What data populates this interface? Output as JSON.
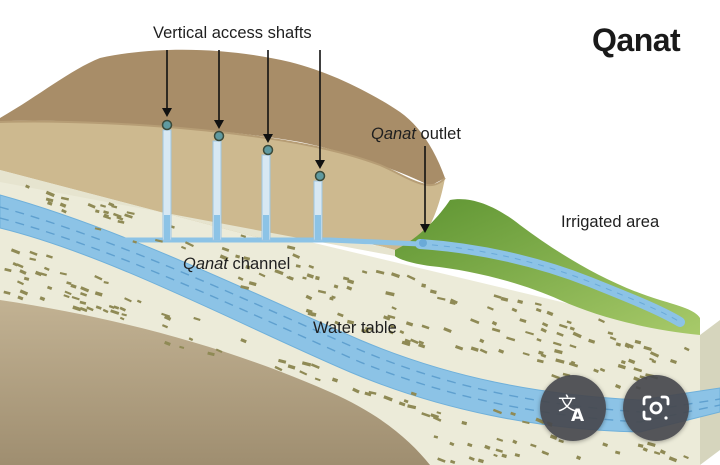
{
  "diagram": {
    "title": "Qanat",
    "labels": {
      "shafts": "Vertical access shafts",
      "outlet_italic": "Qanat",
      "outlet_rest": " outlet",
      "irrigated": "Irrigated area",
      "channel_italic": "Qanat",
      "channel_rest": " channel",
      "water_table": "Water table"
    }
  },
  "overlay": {
    "buttons": [
      {
        "name": "translate-button",
        "icon": "translate-icon"
      },
      {
        "name": "lens-search-button",
        "icon": "lens-camera-icon"
      }
    ]
  },
  "colors": {
    "hill_top": "#a88d68",
    "hill_face": "#cdbb96",
    "soil": "#ecebd9",
    "soil_side": "#d9d8c2",
    "bedrock": "#b6a587",
    "water": "#8cc3e6",
    "water_dash": "#5fa0cf",
    "grass": "#6fa23a",
    "grass_light": "#9cc25e",
    "pebbles": "#8f8a55"
  }
}
